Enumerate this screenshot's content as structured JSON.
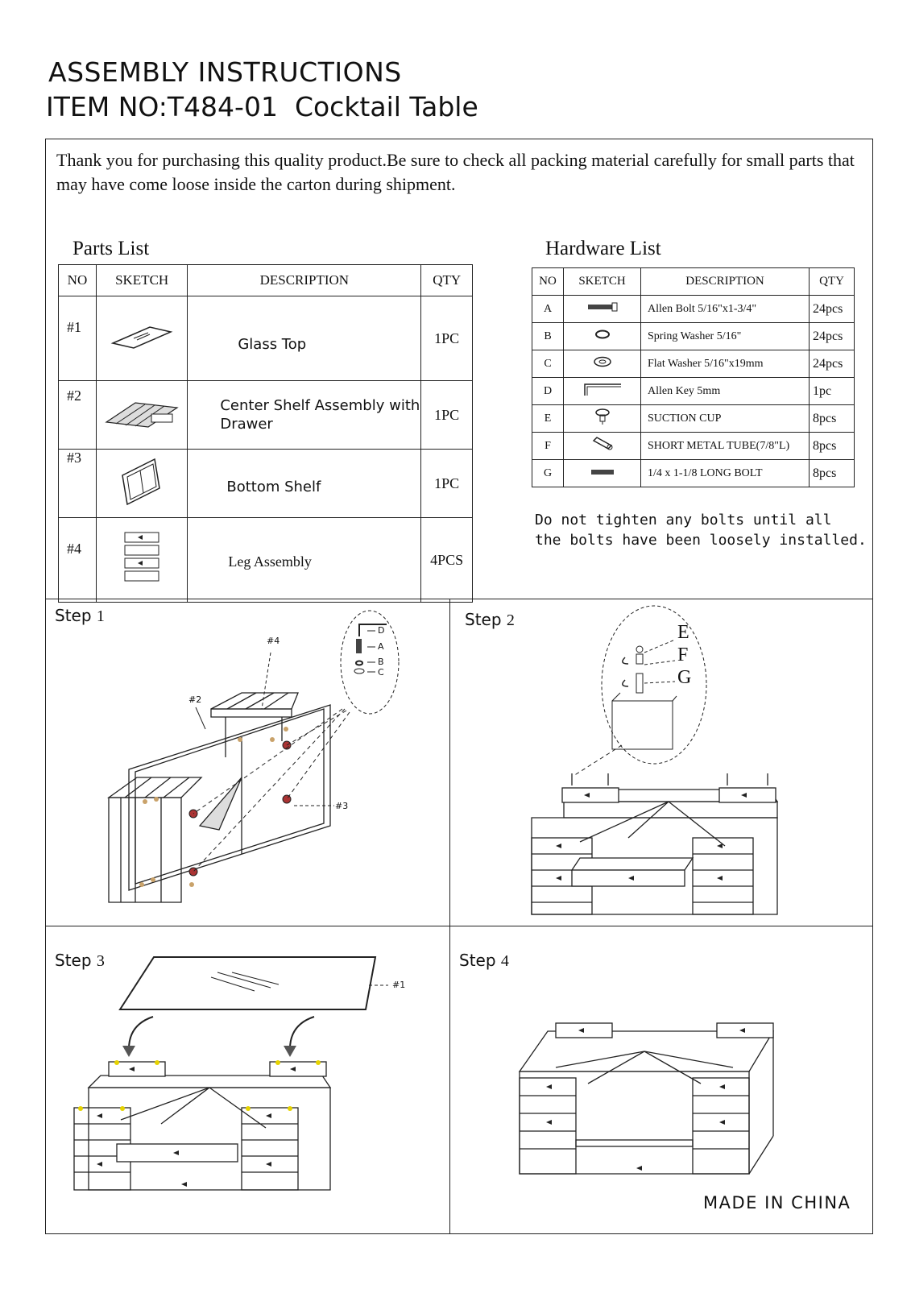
{
  "header": {
    "title": "ASSEMBLY INSTRUCTIONS",
    "item_label": "ITEM NO:T484-01",
    "item_name": "Cocktail Table"
  },
  "intro": "Thank you for purchasing this quality product.Be sure to check all packing material carefully for small parts that may have come loose inside the carton during shipment.",
  "parts_list": {
    "title": "Parts List",
    "columns": [
      "NO",
      "SKETCH",
      "DESCRIPTION",
      "QTY"
    ],
    "rows": [
      {
        "no": "#1",
        "description": "Glass Top",
        "qty": "1PC",
        "icon": "glass-top-icon"
      },
      {
        "no": "#2",
        "description": "Center Shelf Assembly with Drawer",
        "qty": "1PC",
        "icon": "center-shelf-icon"
      },
      {
        "no": "#3",
        "description": "Bottom  Shelf",
        "qty": "1PC",
        "icon": "bottom-shelf-icon"
      },
      {
        "no": "#4",
        "description": "Leg Assembly",
        "qty": "4PCS",
        "icon": "leg-assembly-icon"
      }
    ]
  },
  "hardware_list": {
    "title": "Hardware List",
    "columns": [
      "NO",
      "SKETCH",
      "DESCRIPTION",
      "QTY"
    ],
    "rows": [
      {
        "no": "A",
        "description": "Allen Bolt 5/16\"x1-3/4\"",
        "qty": "24pcs",
        "icon": "allen-bolt-icon"
      },
      {
        "no": "B",
        "description": "Spring Washer  5/16\"",
        "qty": "24pcs",
        "icon": "spring-washer-icon"
      },
      {
        "no": "C",
        "description": "Flat Washer  5/16\"x19mm",
        "qty": "24pcs",
        "icon": "flat-washer-icon"
      },
      {
        "no": "D",
        "description": "Allen Key 5mm",
        "qty": "1pc",
        "icon": "allen-key-icon"
      },
      {
        "no": "E",
        "description": "SUCTION CUP",
        "qty": "8pcs",
        "icon": "suction-cup-icon"
      },
      {
        "no": "F",
        "description": "SHORT METAL TUBE(7/8\"L)",
        "qty": "8pcs",
        "icon": "metal-tube-icon"
      },
      {
        "no": "G",
        "description": "1/4 x 1-1/8 LONG BOLT",
        "qty": "8pcs",
        "icon": "long-bolt-icon"
      }
    ]
  },
  "note": {
    "line1": "Do not tighten any bolts until all",
    "line2": "the bolts have been loosely installed."
  },
  "steps": [
    {
      "label": "Step",
      "num": "1",
      "callouts": [
        "#4",
        "#2",
        "#3",
        "D",
        "A",
        "B",
        "C"
      ]
    },
    {
      "label": "Step",
      "num": "2",
      "callouts": [
        "E",
        "F",
        "G"
      ]
    },
    {
      "label": "Step",
      "num": "3",
      "callouts": [
        "#1"
      ]
    },
    {
      "label": "Step",
      "num": "4",
      "callouts": []
    }
  ],
  "footer": "MADE  IN CHINA"
}
